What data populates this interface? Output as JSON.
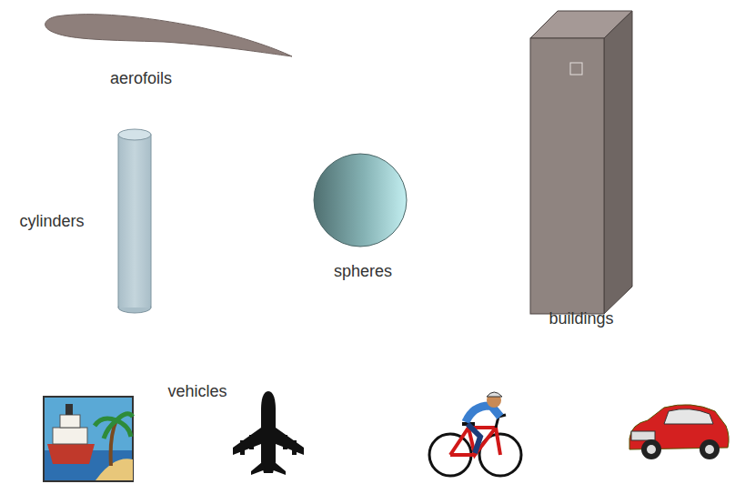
{
  "diagram": {
    "labels": [
      "aerofoils",
      "cylinders",
      "spheres",
      "buildings",
      "vehicles"
    ]
  }
}
